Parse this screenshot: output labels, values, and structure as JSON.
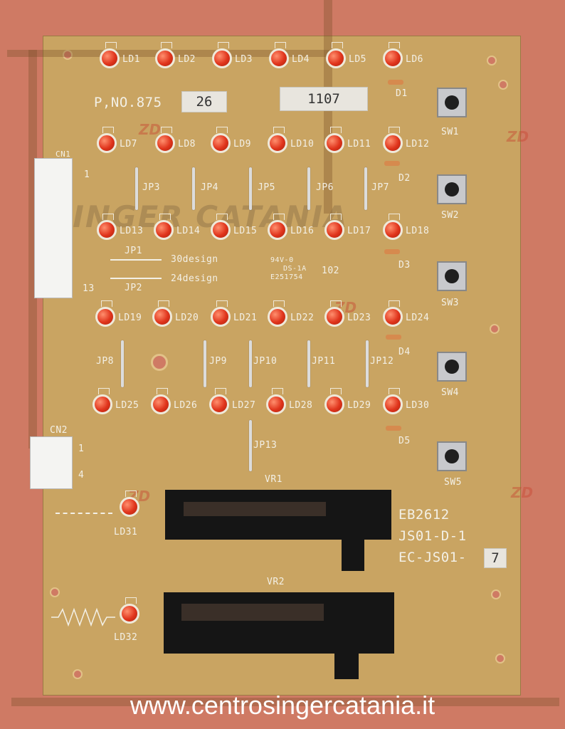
{
  "board": {
    "part_prefix": "P,NO.875",
    "part_suffix": "26",
    "sticker": "1107",
    "model": "EB2612",
    "code": "JS01-D-1",
    "ec": "EC-JS01-",
    "ec_rev": "7",
    "ul1": "94V-0",
    "ul2": "DS-1A",
    "ul3": "E251754",
    "date": "102"
  },
  "leds": [
    "LD1",
    "LD2",
    "LD3",
    "LD4",
    "LD5",
    "LD6",
    "LD7",
    "LD8",
    "LD9",
    "LD10",
    "LD11",
    "LD12",
    "LD13",
    "LD14",
    "LD15",
    "LD16",
    "LD17",
    "LD18",
    "LD19",
    "LD20",
    "LD21",
    "LD22",
    "LD23",
    "LD24",
    "LD25",
    "LD26",
    "LD27",
    "LD28",
    "LD29",
    "LD30",
    "LD31",
    "LD32"
  ],
  "diodes": [
    "D1",
    "D2",
    "D3",
    "D4",
    "D5"
  ],
  "switches": [
    "SW1",
    "SW2",
    "SW3",
    "SW4",
    "SW5"
  ],
  "jumpers": [
    "JP1",
    "JP2",
    "JP3",
    "JP4",
    "JP5",
    "JP6",
    "JP7",
    "JP8",
    "JP9",
    "JP10",
    "JP11",
    "JP12",
    "JP13"
  ],
  "design": [
    "30design",
    "24design"
  ],
  "connectors": {
    "cn1": "CN1",
    "cn1_a": "1",
    "cn1_b": "13",
    "cn2": "CN2",
    "cn2_a": "1",
    "cn2_b": "4"
  },
  "sliders": [
    "VR1",
    "VR2"
  ],
  "watermark": {
    "text": "SINGER CATANIA",
    "logo": "ZD"
  },
  "footer_url": "www.centrosingercatania.it",
  "colors": {
    "background": "#cf7a64",
    "board": "#c9a462",
    "silkscreen": "#f3f0e6",
    "led": "#e0341c"
  }
}
